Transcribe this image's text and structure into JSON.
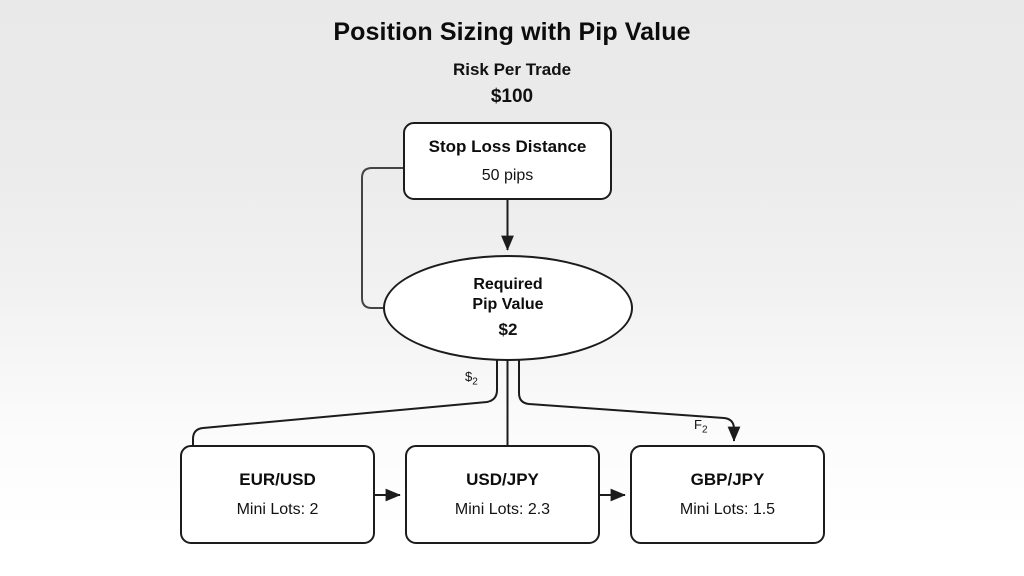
{
  "header": {
    "title": "Position Sizing with Pip Value",
    "subtitle_label": "Risk Per Trade",
    "subtitle_value": "$100"
  },
  "colors": {
    "background_top": "#e9e9e9",
    "background_bottom": "#ffffff",
    "node_fill": "#ffffff",
    "node_stroke": "#1c1c1c",
    "text": "#111111"
  },
  "diagram": {
    "nodes": [
      {
        "id": "stop-loss-distance",
        "shape": "rounded-rect",
        "title": "Stop Loss Distance",
        "value": "50 pips"
      },
      {
        "id": "required-pip-value",
        "shape": "ellipse",
        "title_line1": "Required",
        "title_line2": "Pip Value",
        "value": "$2"
      },
      {
        "id": "eur-usd",
        "shape": "rounded-rect",
        "title": "EUR/USD",
        "value": "Mini Lots: 2"
      },
      {
        "id": "usd-jpy",
        "shape": "rounded-rect",
        "title": "USD/JPY",
        "value": "Mini Lots: 2.3"
      },
      {
        "id": "gbp-jpy",
        "shape": "rounded-rect",
        "title": "GBP/JPY",
        "value": "Mini Lots: 1.5"
      }
    ],
    "edge_labels": {
      "left_branch": "$",
      "left_branch_sub": "2",
      "right_branch": "F",
      "right_branch_sub": "2"
    },
    "edges": [
      {
        "from": "stop-loss-distance",
        "to": "required-pip-value",
        "arrow": true
      },
      {
        "from": "stop-loss-distance",
        "to": "required-pip-value",
        "arrow": false,
        "route": "left-loop"
      },
      {
        "from": "required-pip-value",
        "to": "eur-usd",
        "arrow": false,
        "label": "$2"
      },
      {
        "from": "required-pip-value",
        "to": "usd-jpy",
        "arrow": false
      },
      {
        "from": "required-pip-value",
        "to": "gbp-jpy",
        "arrow": true,
        "label": "F2"
      },
      {
        "from": "eur-usd",
        "to": "usd-jpy",
        "arrow": true
      },
      {
        "from": "usd-jpy",
        "to": "gbp-jpy",
        "arrow": true
      }
    ]
  }
}
